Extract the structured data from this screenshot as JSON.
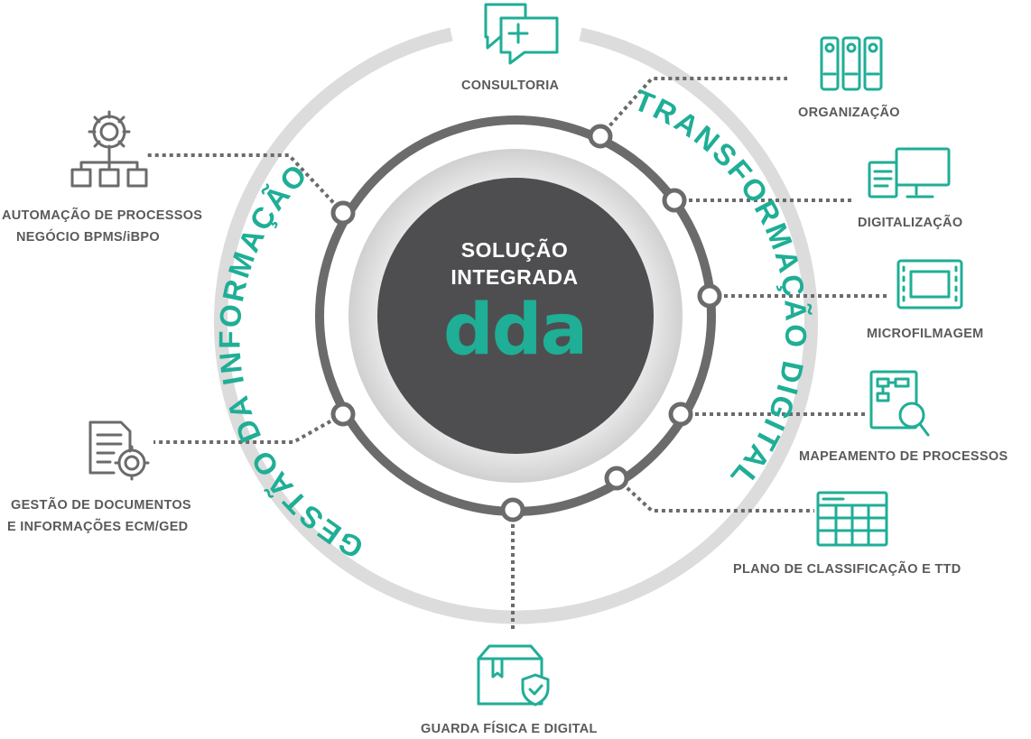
{
  "center": {
    "title_line1": "SOLUÇÃO",
    "title_line2": "INTEGRADA",
    "brand": "dda"
  },
  "arcs": {
    "left": "GESTÃO DA INFORMAÇÃO",
    "right": "TRANSFORMAÇÃO DIGITAL"
  },
  "services": {
    "consultoria": "CONSULTORIA",
    "organizacao": "ORGANIZAÇÃO",
    "digitalizacao": "DIGITALIZAÇÃO",
    "microfilmagem": "MICROFILMAGEM",
    "mapeamento": "MAPEAMENTO DE PROCESSOS",
    "plano": "PLANO DE CLASSIFICAÇÃO E TTD",
    "guarda": "GUARDA FÍSICA E DIGITAL",
    "automacao_line1": "AUTOMAÇÃO DE PROCESSOS",
    "automacao_line2": "NEGÓCIO BPMS/iBPO",
    "gestao_line1": "GESTÃO DE DOCUMENTOS",
    "gestao_line2": "E INFORMAÇÕES ECM/GED"
  },
  "colors": {
    "teal": "#1fae96",
    "dark": "#4e4e50",
    "ring": "#6b6b6b",
    "outer": "#dcdcdc",
    "text": "#5a5a5a"
  },
  "icons": [
    "chat-plus-icon",
    "binders-icon",
    "computer-icon",
    "film-frame-icon",
    "process-magnifier-icon",
    "table-icon",
    "secure-box-icon",
    "gear-hierarchy-icon",
    "document-gear-icon"
  ]
}
